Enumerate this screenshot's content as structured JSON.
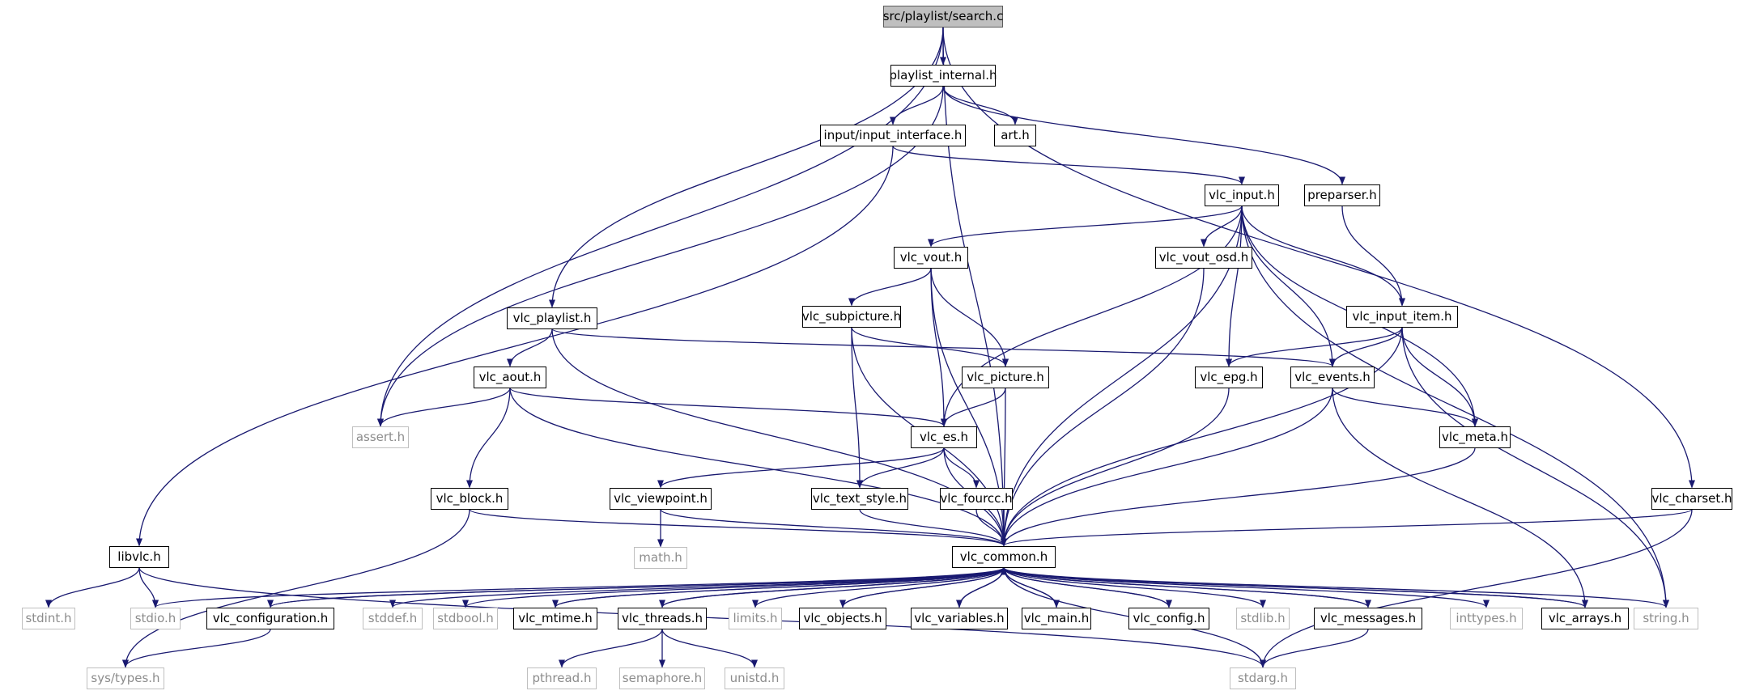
{
  "colors": {
    "edge": "#191970",
    "node_border": "#000000",
    "system_border": "#bfbfbf",
    "system_text": "#8c8c8c",
    "root_fill": "#bfbfbf"
  },
  "nodes": [
    {
      "id": "search_c",
      "label": "src/playlist/search.c",
      "kind": "root"
    },
    {
      "id": "playlist_internal",
      "label": "playlist_internal.h",
      "kind": "project"
    },
    {
      "id": "input_interface",
      "label": "input/input_interface.h",
      "kind": "project"
    },
    {
      "id": "art",
      "label": "art.h",
      "kind": "project"
    },
    {
      "id": "preparser",
      "label": "preparser.h",
      "kind": "project"
    },
    {
      "id": "vlc_input",
      "label": "vlc_input.h",
      "kind": "project"
    },
    {
      "id": "vlc_vout",
      "label": "vlc_vout.h",
      "kind": "project"
    },
    {
      "id": "vlc_vout_osd",
      "label": "vlc_vout_osd.h",
      "kind": "project"
    },
    {
      "id": "vlc_playlist",
      "label": "vlc_playlist.h",
      "kind": "project"
    },
    {
      "id": "vlc_subpicture",
      "label": "vlc_subpicture.h",
      "kind": "project"
    },
    {
      "id": "vlc_input_item",
      "label": "vlc_input_item.h",
      "kind": "project"
    },
    {
      "id": "vlc_aout",
      "label": "vlc_aout.h",
      "kind": "project"
    },
    {
      "id": "vlc_picture",
      "label": "vlc_picture.h",
      "kind": "project"
    },
    {
      "id": "vlc_epg",
      "label": "vlc_epg.h",
      "kind": "project"
    },
    {
      "id": "vlc_events",
      "label": "vlc_events.h",
      "kind": "project"
    },
    {
      "id": "assert",
      "label": "assert.h",
      "kind": "system"
    },
    {
      "id": "vlc_es",
      "label": "vlc_es.h",
      "kind": "project"
    },
    {
      "id": "vlc_meta",
      "label": "vlc_meta.h",
      "kind": "project"
    },
    {
      "id": "vlc_block",
      "label": "vlc_block.h",
      "kind": "project"
    },
    {
      "id": "vlc_viewpoint",
      "label": "vlc_viewpoint.h",
      "kind": "project"
    },
    {
      "id": "vlc_text_style",
      "label": "vlc_text_style.h",
      "kind": "project"
    },
    {
      "id": "vlc_fourcc",
      "label": "vlc_fourcc.h",
      "kind": "project"
    },
    {
      "id": "vlc_charset",
      "label": "vlc_charset.h",
      "kind": "project"
    },
    {
      "id": "libvlc",
      "label": "libvlc.h",
      "kind": "project"
    },
    {
      "id": "math",
      "label": "math.h",
      "kind": "system"
    },
    {
      "id": "vlc_common",
      "label": "vlc_common.h",
      "kind": "project"
    },
    {
      "id": "stdint",
      "label": "stdint.h",
      "kind": "system"
    },
    {
      "id": "stdio",
      "label": "stdio.h",
      "kind": "system"
    },
    {
      "id": "vlc_configuration",
      "label": "vlc_configuration.h",
      "kind": "project"
    },
    {
      "id": "stddef",
      "label": "stddef.h",
      "kind": "system"
    },
    {
      "id": "stdbool",
      "label": "stdbool.h",
      "kind": "system"
    },
    {
      "id": "vlc_mtime",
      "label": "vlc_mtime.h",
      "kind": "project"
    },
    {
      "id": "vlc_threads",
      "label": "vlc_threads.h",
      "kind": "project"
    },
    {
      "id": "limits",
      "label": "limits.h",
      "kind": "system"
    },
    {
      "id": "vlc_objects",
      "label": "vlc_objects.h",
      "kind": "project"
    },
    {
      "id": "vlc_variables",
      "label": "vlc_variables.h",
      "kind": "project"
    },
    {
      "id": "vlc_main",
      "label": "vlc_main.h",
      "kind": "project"
    },
    {
      "id": "vlc_config",
      "label": "vlc_config.h",
      "kind": "project"
    },
    {
      "id": "stdlib",
      "label": "stdlib.h",
      "kind": "system"
    },
    {
      "id": "vlc_messages",
      "label": "vlc_messages.h",
      "kind": "project"
    },
    {
      "id": "inttypes",
      "label": "inttypes.h",
      "kind": "system"
    },
    {
      "id": "vlc_arrays",
      "label": "vlc_arrays.h",
      "kind": "project"
    },
    {
      "id": "string",
      "label": "string.h",
      "kind": "system"
    },
    {
      "id": "sys_types",
      "label": "sys/types.h",
      "kind": "system"
    },
    {
      "id": "pthread",
      "label": "pthread.h",
      "kind": "system"
    },
    {
      "id": "semaphore",
      "label": "semaphore.h",
      "kind": "system"
    },
    {
      "id": "unistd",
      "label": "unistd.h",
      "kind": "system"
    },
    {
      "id": "stdarg",
      "label": "stdarg.h",
      "kind": "system"
    }
  ],
  "edges": [
    [
      "search_c",
      "playlist_internal"
    ],
    [
      "search_c",
      "assert"
    ],
    [
      "search_c",
      "vlc_playlist"
    ],
    [
      "search_c",
      "vlc_common"
    ],
    [
      "search_c",
      "vlc_charset"
    ],
    [
      "playlist_internal",
      "input_interface"
    ],
    [
      "playlist_internal",
      "art"
    ],
    [
      "playlist_internal",
      "preparser"
    ],
    [
      "playlist_internal",
      "assert"
    ],
    [
      "input_interface",
      "vlc_input"
    ],
    [
      "input_interface",
      "libvlc"
    ],
    [
      "preparser",
      "vlc_input_item"
    ],
    [
      "vlc_input",
      "vlc_vout"
    ],
    [
      "vlc_input",
      "vlc_vout_osd"
    ],
    [
      "vlc_input",
      "vlc_input_item"
    ],
    [
      "vlc_input",
      "vlc_epg"
    ],
    [
      "vlc_input",
      "vlc_events"
    ],
    [
      "vlc_input",
      "vlc_meta"
    ],
    [
      "vlc_input",
      "vlc_es"
    ],
    [
      "vlc_input",
      "vlc_common"
    ],
    [
      "vlc_input",
      "string"
    ],
    [
      "vlc_vout",
      "vlc_subpicture"
    ],
    [
      "vlc_vout",
      "vlc_picture"
    ],
    [
      "vlc_vout",
      "vlc_es"
    ],
    [
      "vlc_vout",
      "vlc_common"
    ],
    [
      "vlc_vout_osd",
      "vlc_common"
    ],
    [
      "vlc_playlist",
      "vlc_aout"
    ],
    [
      "vlc_playlist",
      "vlc_events"
    ],
    [
      "vlc_playlist",
      "vlc_common"
    ],
    [
      "vlc_subpicture",
      "vlc_picture"
    ],
    [
      "vlc_subpicture",
      "vlc_text_style"
    ],
    [
      "vlc_subpicture",
      "vlc_common"
    ],
    [
      "vlc_input_item",
      "vlc_epg"
    ],
    [
      "vlc_input_item",
      "vlc_events"
    ],
    [
      "vlc_input_item",
      "vlc_meta"
    ],
    [
      "vlc_input_item",
      "vlc_common"
    ],
    [
      "vlc_input_item",
      "string"
    ],
    [
      "vlc_aout",
      "assert"
    ],
    [
      "vlc_aout",
      "vlc_es"
    ],
    [
      "vlc_aout",
      "vlc_block"
    ],
    [
      "vlc_aout",
      "vlc_common"
    ],
    [
      "vlc_picture",
      "vlc_es"
    ],
    [
      "vlc_picture",
      "vlc_common"
    ],
    [
      "vlc_epg",
      "vlc_common"
    ],
    [
      "vlc_events",
      "vlc_meta"
    ],
    [
      "vlc_events",
      "vlc_common"
    ],
    [
      "vlc_events",
      "vlc_arrays"
    ],
    [
      "vlc_es",
      "vlc_viewpoint"
    ],
    [
      "vlc_es",
      "vlc_text_style"
    ],
    [
      "vlc_es",
      "vlc_fourcc"
    ],
    [
      "vlc_es",
      "vlc_common"
    ],
    [
      "vlc_meta",
      "vlc_common"
    ],
    [
      "vlc_block",
      "vlc_common"
    ],
    [
      "vlc_block",
      "sys_types"
    ],
    [
      "vlc_viewpoint",
      "math"
    ],
    [
      "vlc_viewpoint",
      "vlc_common"
    ],
    [
      "vlc_text_style",
      "vlc_common"
    ],
    [
      "vlc_fourcc",
      "vlc_common"
    ],
    [
      "vlc_charset",
      "vlc_common"
    ],
    [
      "vlc_charset",
      "stdarg"
    ],
    [
      "libvlc",
      "stdint"
    ],
    [
      "libvlc",
      "stdio"
    ],
    [
      "libvlc",
      "stdarg"
    ],
    [
      "vlc_common",
      "stdio"
    ],
    [
      "vlc_common",
      "vlc_configuration"
    ],
    [
      "vlc_common",
      "stddef"
    ],
    [
      "vlc_common",
      "stdbool"
    ],
    [
      "vlc_common",
      "vlc_mtime"
    ],
    [
      "vlc_common",
      "vlc_threads"
    ],
    [
      "vlc_common",
      "limits"
    ],
    [
      "vlc_common",
      "vlc_objects"
    ],
    [
      "vlc_common",
      "vlc_variables"
    ],
    [
      "vlc_common",
      "vlc_main"
    ],
    [
      "vlc_common",
      "vlc_config"
    ],
    [
      "vlc_common",
      "stdlib"
    ],
    [
      "vlc_common",
      "vlc_messages"
    ],
    [
      "vlc_common",
      "inttypes"
    ],
    [
      "vlc_common",
      "vlc_arrays"
    ],
    [
      "vlc_common",
      "string"
    ],
    [
      "vlc_common",
      "stdarg"
    ],
    [
      "vlc_configuration",
      "vlc_common"
    ],
    [
      "vlc_configuration",
      "sys_types"
    ],
    [
      "vlc_mtime",
      "vlc_common"
    ],
    [
      "vlc_threads",
      "vlc_common"
    ],
    [
      "vlc_threads",
      "pthread"
    ],
    [
      "vlc_threads",
      "semaphore"
    ],
    [
      "vlc_threads",
      "unistd"
    ],
    [
      "vlc_objects",
      "vlc_common"
    ],
    [
      "vlc_variables",
      "vlc_common"
    ],
    [
      "vlc_main",
      "vlc_common"
    ],
    [
      "vlc_config",
      "vlc_common"
    ],
    [
      "vlc_messages",
      "vlc_common"
    ],
    [
      "vlc_messages",
      "stdarg"
    ],
    [
      "vlc_arrays",
      "vlc_common"
    ]
  ]
}
